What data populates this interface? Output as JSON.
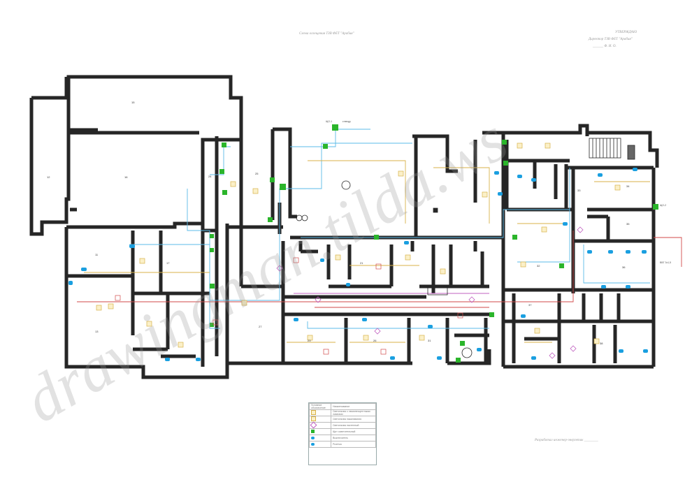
{
  "header": {
    "left": "Схема освещения ТЗВ ФЕТ \"Арабия\"",
    "right_line1": "УТВЕРЖДАЮ",
    "right_line2": "Директор ТЗВ ФЕТ \"Арабия\"",
    "right_line3": "______ Ф. И. О."
  },
  "rooms": {
    "r1": "15",
    "r2": "16",
    "r3": "12",
    "r4": "11",
    "r5": "13",
    "r6": "17",
    "r7": "24",
    "r8": "25",
    "r9": "27",
    "r10": "21",
    "r11": "23",
    "r12": "26",
    "r13": "31",
    "r14": "32",
    "r15": "33",
    "r16": "34",
    "r17": "35",
    "r18": "36",
    "r19": "37",
    "r20": "38"
  },
  "labels": {
    "panel_top": "ЩО-1",
    "to_input": "к вводу",
    "panel_right": "ЩО-2",
    "cable_right": "ВВГ 3х1,5"
  },
  "legend": {
    "head_symbol": "Условное обозначение",
    "head_name": "Наименование",
    "rows": [
      "Светильник с люминесцентными лампами",
      "Светильник накаливания",
      "Светильник настенный",
      "Щит осветительный",
      "Выключатель",
      "Розетка"
    ]
  },
  "signature": "Разработал инженер-энергетик ________",
  "watermark": "drawingman.tilda.ws",
  "colors": {
    "wall": "#262626",
    "blue": "#1a9fe0",
    "green": "#2bb52b",
    "yellow": "#d8b24a",
    "cyan_wire": "#5bbbe8",
    "red_wire": "#d24a4a",
    "magenta": "#c060c0"
  }
}
